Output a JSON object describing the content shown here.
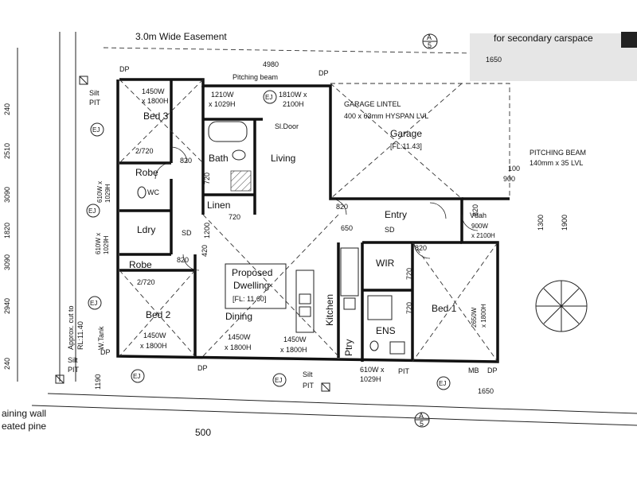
{
  "header": {
    "easement": "3.0m Wide Easement",
    "top_right_note": "for secondary carspace",
    "dim_top": "4980",
    "dim_1650_top": "1650",
    "pitching_beam": "Pitching beam",
    "garage_lintel_1": "GARAGE LINTEL",
    "garage_lintel_2": "400 x 63mm HYSPAN LVL",
    "pitching_beam_2": "PITCHING BEAM",
    "pitching_beam_3": "140mm x 35 LVL"
  },
  "rooms": {
    "bed3": "Bed 3",
    "bath": "Bath",
    "living": "Living",
    "garage": "Garage",
    "garage_fl": "[FL:11.43]",
    "robe1": "Robe",
    "wc": "WC",
    "linen": "Linen",
    "ldry": "Ldry",
    "robe2": "Robe",
    "entry": "Entry",
    "vdah": "Vdah",
    "wir": "WIR",
    "bed2": "Bed 2",
    "dining": "Dining",
    "kitchen": "Kitchen",
    "ens": "ENS",
    "ptry": "Ptry",
    "bed1": "Bed 1",
    "proposed_1": "Proposed",
    "proposed_2": "Dwelling",
    "proposed_fl": "[FL: 11.60]"
  },
  "windows": {
    "w_bed3_a": "1450W",
    "w_bed3_b": "x 1800H",
    "w_bath_a": "1210W",
    "w_bath_b": "x 1029H",
    "w_ej_a": "1810W x",
    "w_ej_b": "2100H",
    "w_wc_a": "610W x",
    "w_wc_b": "1029H",
    "w_ldry_a": "610W x",
    "w_ldry_b": "1029H",
    "w_bed2_a": "1450W",
    "w_bed2_b": "x 1800H",
    "w_din1_a": "1450W",
    "w_din1_b": "x 1800H",
    "w_din2_a": "1450W",
    "w_din2_b": "x 1800H",
    "w_ens_a": "610W x",
    "w_ens_b": "1029H",
    "w_bed1_a": "2650W",
    "w_bed1_b": "x 1800H",
    "w_vdah_a": "900W",
    "w_vdah_b": "x 2100H"
  },
  "doors": {
    "sl_door": "Sl.Door",
    "d820_bath": "820",
    "d720_bed3": "2/720",
    "d820_robe": "820",
    "d720_linen": "720",
    "d820_entry": "820",
    "d650": "650",
    "d820_bed1": "820",
    "d720_robe2": "2/720",
    "d820_bed2": "820",
    "d720_wir": "720",
    "d720_ens": "720",
    "d720_wc": "720",
    "d820_vdah": "820",
    "d1200": "1200",
    "d420": "420"
  },
  "site": {
    "silt_pit_1": "Silt",
    "silt_pit_1b": "PIT",
    "silt_pit_2": "Silt",
    "silt_pit_2b": "PIT",
    "silt_pit_3": "Silt",
    "silt_pit_3b": "PIT",
    "pit": "PIT",
    "dp1": "DP",
    "dp2": "DP",
    "dp3": "DP",
    "dp4": "DP",
    "dp5": "DP",
    "sd1": "SD",
    "sd2": "SD",
    "mb": "MB",
    "ej": "EJ",
    "approx_cut": "Approx. cut to",
    "rl": "RL:11.40",
    "w_tank": "W.Tank",
    "dim_1190": "1190",
    "dim_1650_b": "1650",
    "dim_100": "100",
    "dim_900": "900",
    "dim_1300": "1300",
    "dim_1900": "1900",
    "retaining_1": "aining wall",
    "retaining_2": "eated pine",
    "dim_500": "500",
    "section_a": "A",
    "section_5": "5"
  },
  "left_dims": [
    "240",
    "2510",
    "3090",
    "1820",
    "3090",
    "2940",
    "240"
  ]
}
